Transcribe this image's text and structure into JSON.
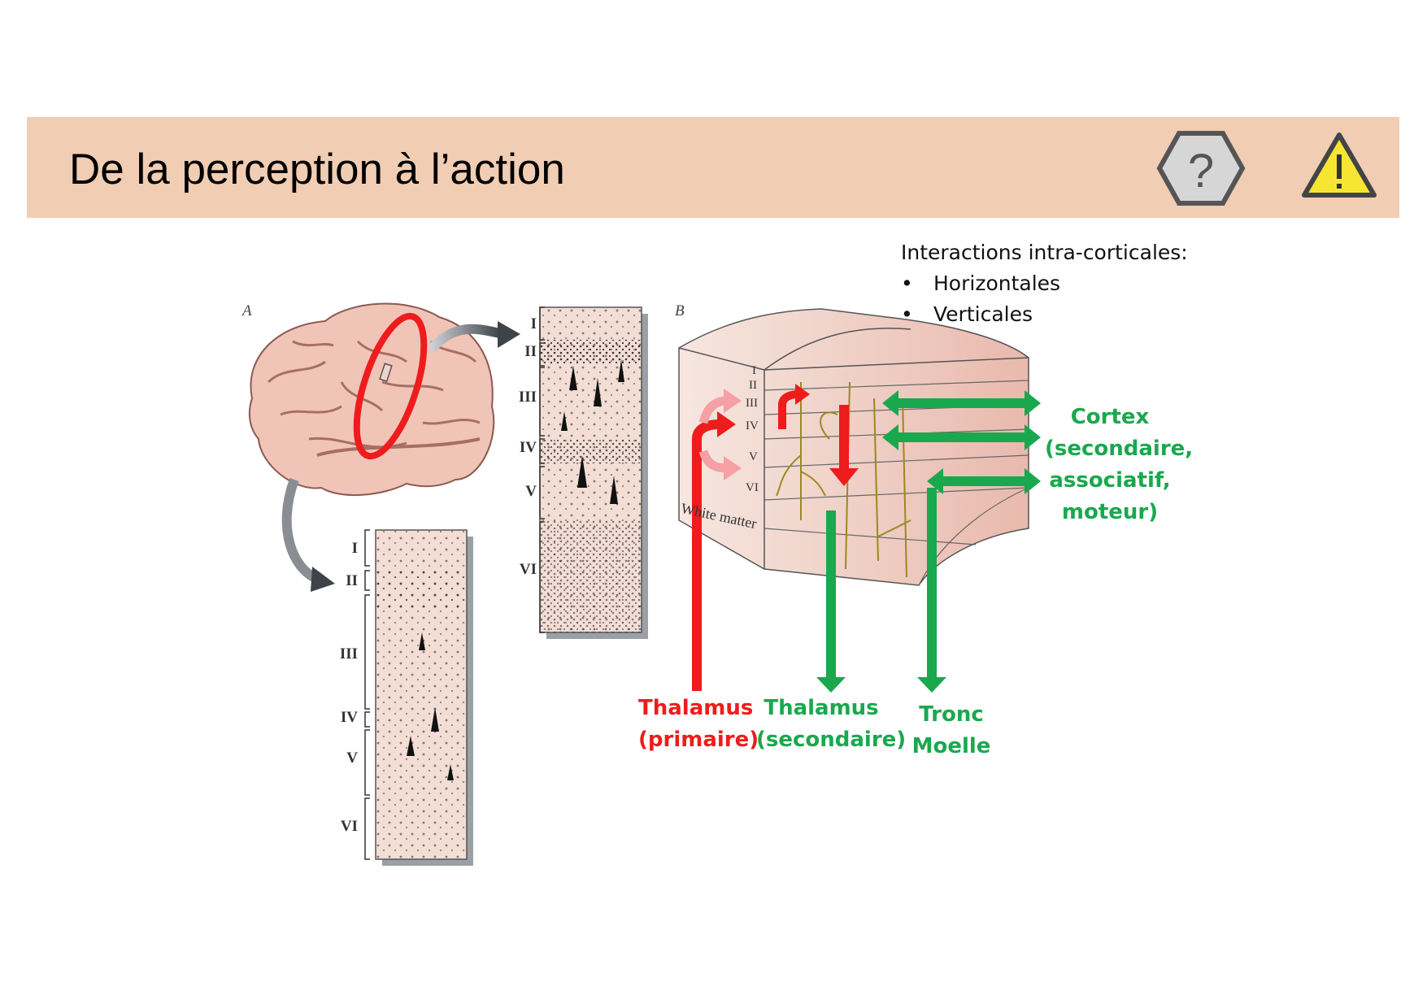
{
  "header": {
    "title": "De la perception à l’action",
    "icons": [
      "help-hexagon-icon",
      "warning-triangle-icon"
    ],
    "colors": {
      "banner": "#f0cdb3",
      "red": "#ee1c1c",
      "green": "#1aa84e",
      "tissue": "#f3ddd5"
    }
  },
  "figure": {
    "panel_a": "A",
    "panel_b": "B",
    "layers": [
      "I",
      "II",
      "III",
      "IV",
      "V",
      "VI"
    ],
    "white_matter": "White matter"
  },
  "note": {
    "heading": "Interactions intra-corticales:",
    "items": [
      "Horizontales",
      "Verticales"
    ]
  },
  "labels": {
    "cortex": [
      "Cortex",
      "(secondaire,",
      "associatif,",
      "moteur)"
    ],
    "thalamus_primary": [
      "Thalamus",
      "(primaire)"
    ],
    "thalamus_secondary": [
      "Thalamus",
      "(secondaire)"
    ],
    "tronc": [
      "Tronc",
      "Moelle"
    ]
  }
}
